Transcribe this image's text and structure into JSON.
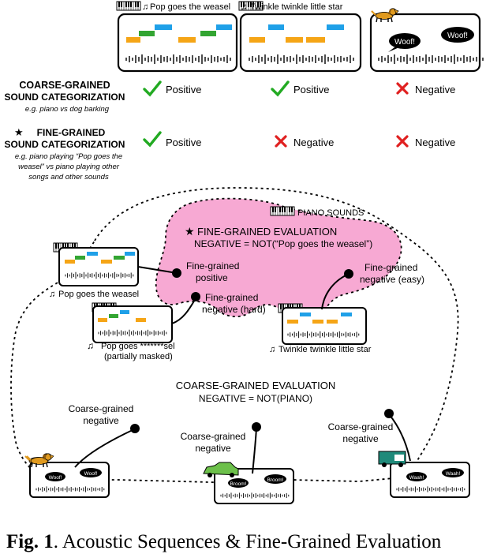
{
  "panels": {
    "pop_label": "Pop goes the weasel",
    "twinkle_label": "Twinkle twinkle little star",
    "dog_woof_left": "Woof!",
    "dog_woof_right": "Woof!"
  },
  "table": {
    "coarse_title_line1": "COARSE-GRAINED",
    "coarse_title_line2": "SOUND CATEGORIZATION",
    "coarse_example": "e.g. piano vs dog barking",
    "fine_title_line1": "FINE-GRAINED",
    "fine_title_line2": "SOUND CATEGORIZATION",
    "fine_example_line1": "e.g. piano playing “Pop goes the",
    "fine_example_line2": "weasel” vs piano playing other",
    "fine_example_line3": "songs and other sounds",
    "coarse_row": [
      "Positive",
      "Positive",
      "Negative"
    ],
    "fine_row": [
      "Positive",
      "Negative",
      "Negative"
    ],
    "positive_color": "#22aa22",
    "negative_color": "#e02020"
  },
  "diagram": {
    "piano_sounds": "PIANO SOUNDS",
    "fine_eval_title": "FINE-GRAINED EVALUATION",
    "fine_eval_formula": "NEGATIVE = NOT(“Pop goes the weasel”)",
    "fine_positive_line1": "Fine-grained",
    "fine_positive_line2": "positive",
    "fine_neg_hard_line1": "Fine-grained",
    "fine_neg_hard_line2": "negative (hard)",
    "fine_neg_easy_line1": "Fine-grained",
    "fine_neg_easy_line2": "negative (easy)",
    "pop_label": "Pop goes the weasel",
    "masked_label_line1": "Pop goes *******sel",
    "masked_label_line2": "(partially masked)",
    "twinkle_label": "Twinkle twinkle little star",
    "coarse_eval_title": "COARSE-GRAINED EVALUATION",
    "coarse_eval_formula": "NEGATIVE = NOT(PIANO)",
    "coarse_neg_line1": "Coarse-grained",
    "coarse_neg_line2": "negative",
    "dog_woof_left": "Woof!",
    "dog_woof_right": "Woof!",
    "car_left": "Broom!",
    "car_right": "Broom!",
    "van_left": "Waah!",
    "van_right": "Waah!",
    "fine_region_color": "#f7a9d3"
  },
  "caption": {
    "label": "Fig. 1",
    "text": ". Acoustic Sequences & Fine-Grained Evaluation"
  }
}
